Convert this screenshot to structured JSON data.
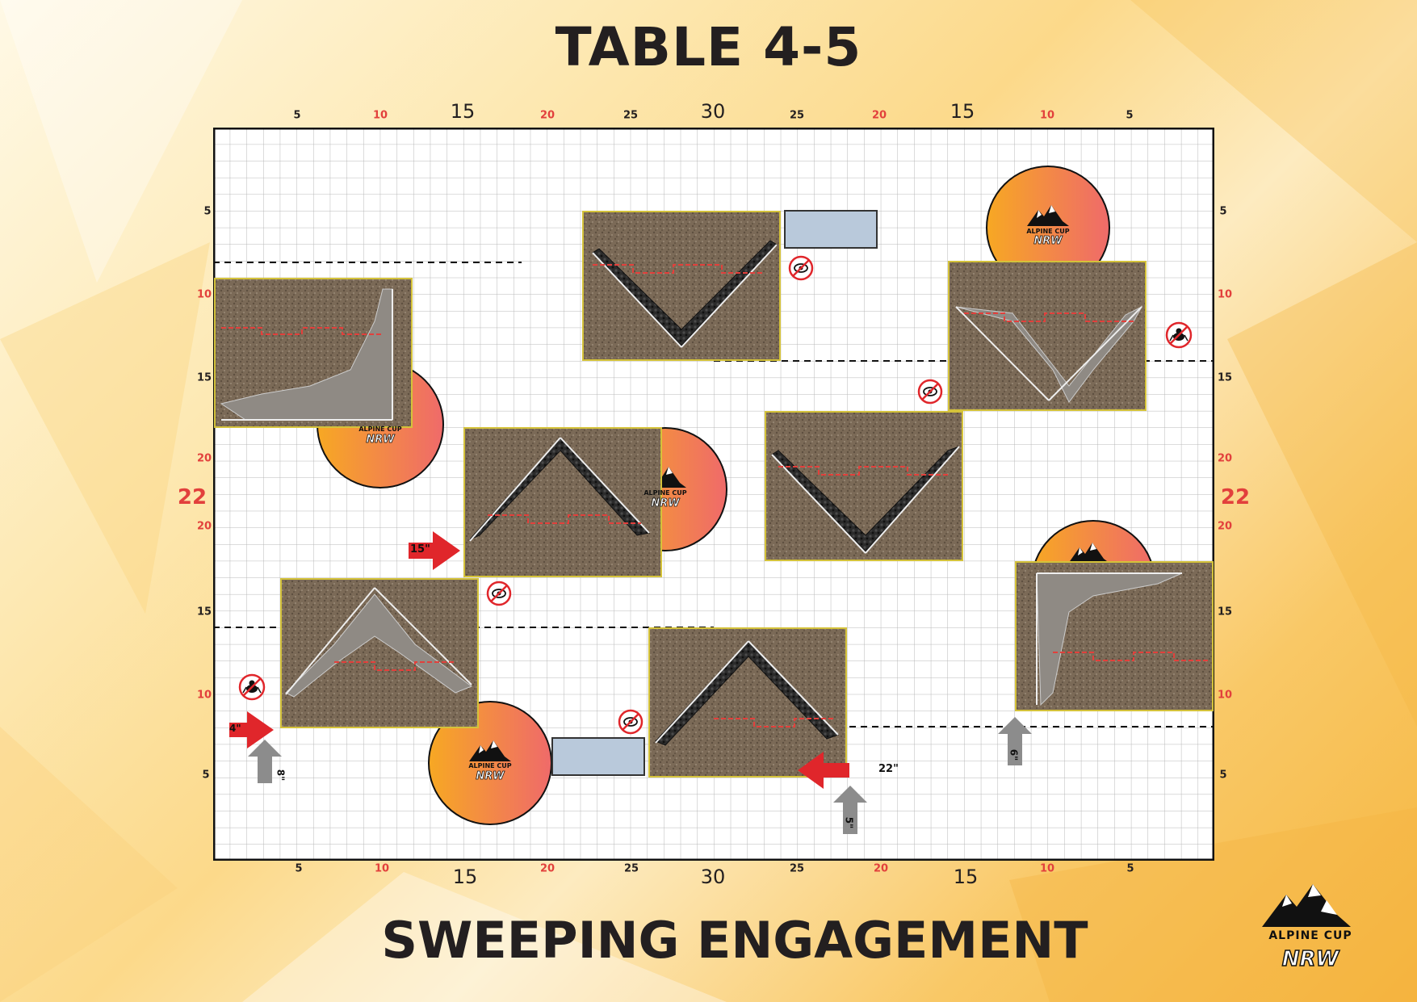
{
  "title": "TABLE 4-5",
  "subtitle": "SWEEPING ENGAGEMENT",
  "top_ruler": [
    "5",
    "10",
    "15",
    "20",
    "25",
    "30",
    "25",
    "20",
    "15",
    "10",
    "5"
  ],
  "bottom_ruler": [
    "5",
    "10",
    "15",
    "20",
    "25",
    "30",
    "25",
    "20",
    "15",
    "10",
    "5"
  ],
  "left_ruler": [
    "5",
    "10",
    "15",
    "20",
    "22",
    "20",
    "15",
    "10",
    "5"
  ],
  "right_ruler": [
    "5",
    "10",
    "15",
    "20",
    "22",
    "20",
    "15",
    "10",
    "5"
  ],
  "objective_logo": {
    "line1": "ALPINE CUP",
    "line2": "NRW"
  },
  "corner_logo": {
    "line1": "ALPINE CUP",
    "line2": "NRW"
  },
  "deployment_markers": {
    "red_left_top": "15\"",
    "red_left_bottom": "4\"",
    "red_right_bottom": "22\"",
    "grey_left": "8\"",
    "grey_middle": "5\"",
    "grey_right": "6\""
  },
  "colors": {
    "grid_line": "#b8b8b8",
    "ruler_red": "#e2403c",
    "ruler_black": "#231f20",
    "terrain_fill": "#7b6a57",
    "objective_gradient_start": "#f7a823",
    "objective_gradient_end": "#ef6a6a",
    "arrow_red": "#e0262b",
    "arrow_grey": "#8c8c8c",
    "container_fill": "#b9c9db"
  },
  "icons": [
    "no-line-of-sight-icon",
    "no-infiltrate-icon",
    "alpine-cup-logo-icon"
  ]
}
